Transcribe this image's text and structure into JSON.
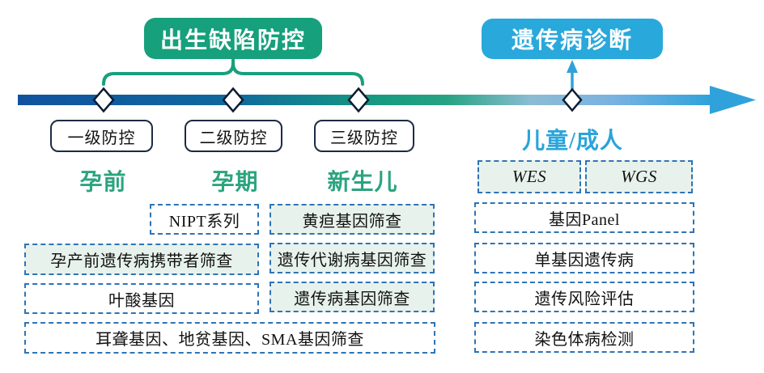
{
  "headers": {
    "birth_defect": {
      "label": "出生缺陷防控",
      "color": "#16a07c"
    },
    "genetic_diagnosis": {
      "label": "遗传病诊断",
      "color": "#29a8db"
    }
  },
  "prevention_levels": [
    {
      "label": "一级防控"
    },
    {
      "label": "二级防控"
    },
    {
      "label": "三级防控"
    }
  ],
  "stages": [
    {
      "label": "孕前",
      "color": "#2ba47e"
    },
    {
      "label": "孕期",
      "color": "#2ba47e"
    },
    {
      "label": "新生儿",
      "color": "#2ba47e"
    },
    {
      "label": "儿童/成人",
      "color": "#2aa4da"
    }
  ],
  "test_boxes": [
    {
      "label": "NIPT系列",
      "filled": false
    },
    {
      "label": "孕产前遗传病携带者筛查",
      "filled": true
    },
    {
      "label": "叶酸基因",
      "filled": false
    },
    {
      "label": "耳聋基因、地贫基因、SMA基因筛查",
      "filled": false
    },
    {
      "label": "黄疸基因筛查",
      "filled": true
    },
    {
      "label": "遗传代谢病基因筛查",
      "filled": true
    },
    {
      "label": "遗传病基因筛查",
      "filled": true
    },
    {
      "label": "WES",
      "filled": true
    },
    {
      "label": "WGS",
      "filled": true
    },
    {
      "label": "基因Panel",
      "filled": false
    },
    {
      "label": "单基因遗传病",
      "filled": false
    },
    {
      "label": "遗传风险评估",
      "filled": false
    },
    {
      "label": "染色体病检测",
      "filled": false
    }
  ],
  "icons": {
    "milestone": "diamond",
    "timeline_end": "arrow-right",
    "diagnosis_link": "arrow-up",
    "birth_defect_link": "brace"
  },
  "colors": {
    "green_accent": "#16a07c",
    "blue_accent": "#29a8db",
    "dashed_border": "#2e74b5",
    "tinted_fill": "#e8f2ec",
    "level_box_border": "#1c2b45",
    "diamond_border": "#0e1c33",
    "timeline_gradient": [
      "#11529f",
      "#0f689e",
      "#169a80",
      "#27a383",
      "#8cbcd4",
      "#79b2e0",
      "#2fa2db"
    ]
  }
}
